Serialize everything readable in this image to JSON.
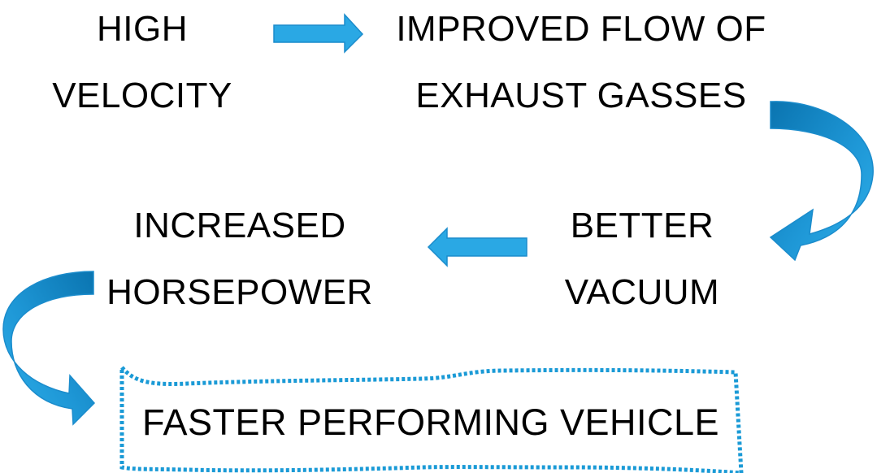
{
  "nodes": {
    "high_velocity": {
      "line1": "HIGH",
      "line2": "VELOCITY"
    },
    "improved_flow": {
      "line1": "IMPROVED FLOW OF",
      "line2": "EXHAUST GASSES"
    },
    "better_vacuum": {
      "line1": "BETTER",
      "line2": "VACUUM"
    },
    "increased_horsepower": {
      "line1": "INCREASED",
      "line2": "HORSEPOWER"
    },
    "final": {
      "label": "FASTER PERFORMING VEHICLE"
    }
  },
  "colors": {
    "arrow_fill": "#2aa8e4",
    "arrow_dark": "#0a6fa8",
    "arrow_stroke": "#1b8ccc",
    "frame_stroke": "#1a9ad6"
  }
}
